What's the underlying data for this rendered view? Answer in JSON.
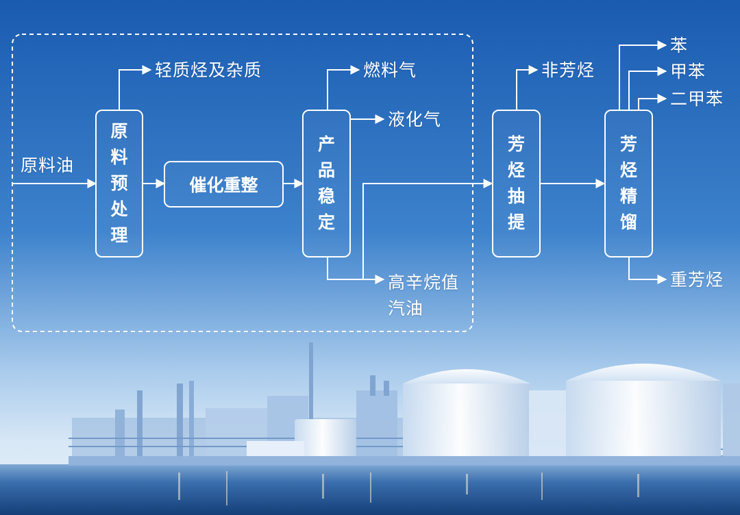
{
  "boxes": {
    "pretreatment": [
      "原",
      "料",
      "预",
      "处",
      "理"
    ],
    "reforming": "催化重整",
    "stabilization": [
      "产",
      "品",
      "稳",
      "定"
    ],
    "extraction": [
      "芳",
      "烃",
      "抽",
      "提"
    ],
    "rectification": [
      "芳",
      "烃",
      "精",
      "馏"
    ]
  },
  "streams": {
    "feed": "原料油",
    "light_hc": "轻质烃及杂质",
    "fuel_gas": "燃料气",
    "lpg": "液化气",
    "gasoline_line1": "高辛烷值",
    "gasoline_line2": "汽油",
    "non_aromatics": "非芳烃",
    "benzene": "苯",
    "toluene": "甲苯",
    "xylene": "二甲苯",
    "heavy_aromatics": "重芳烃"
  },
  "colors": {
    "sky_top": "#1c5fb3",
    "sky_mid": "#4f8ed0",
    "horizon": "#cfe1f3",
    "water": "#1d4f8c",
    "line": "#ffffff"
  }
}
